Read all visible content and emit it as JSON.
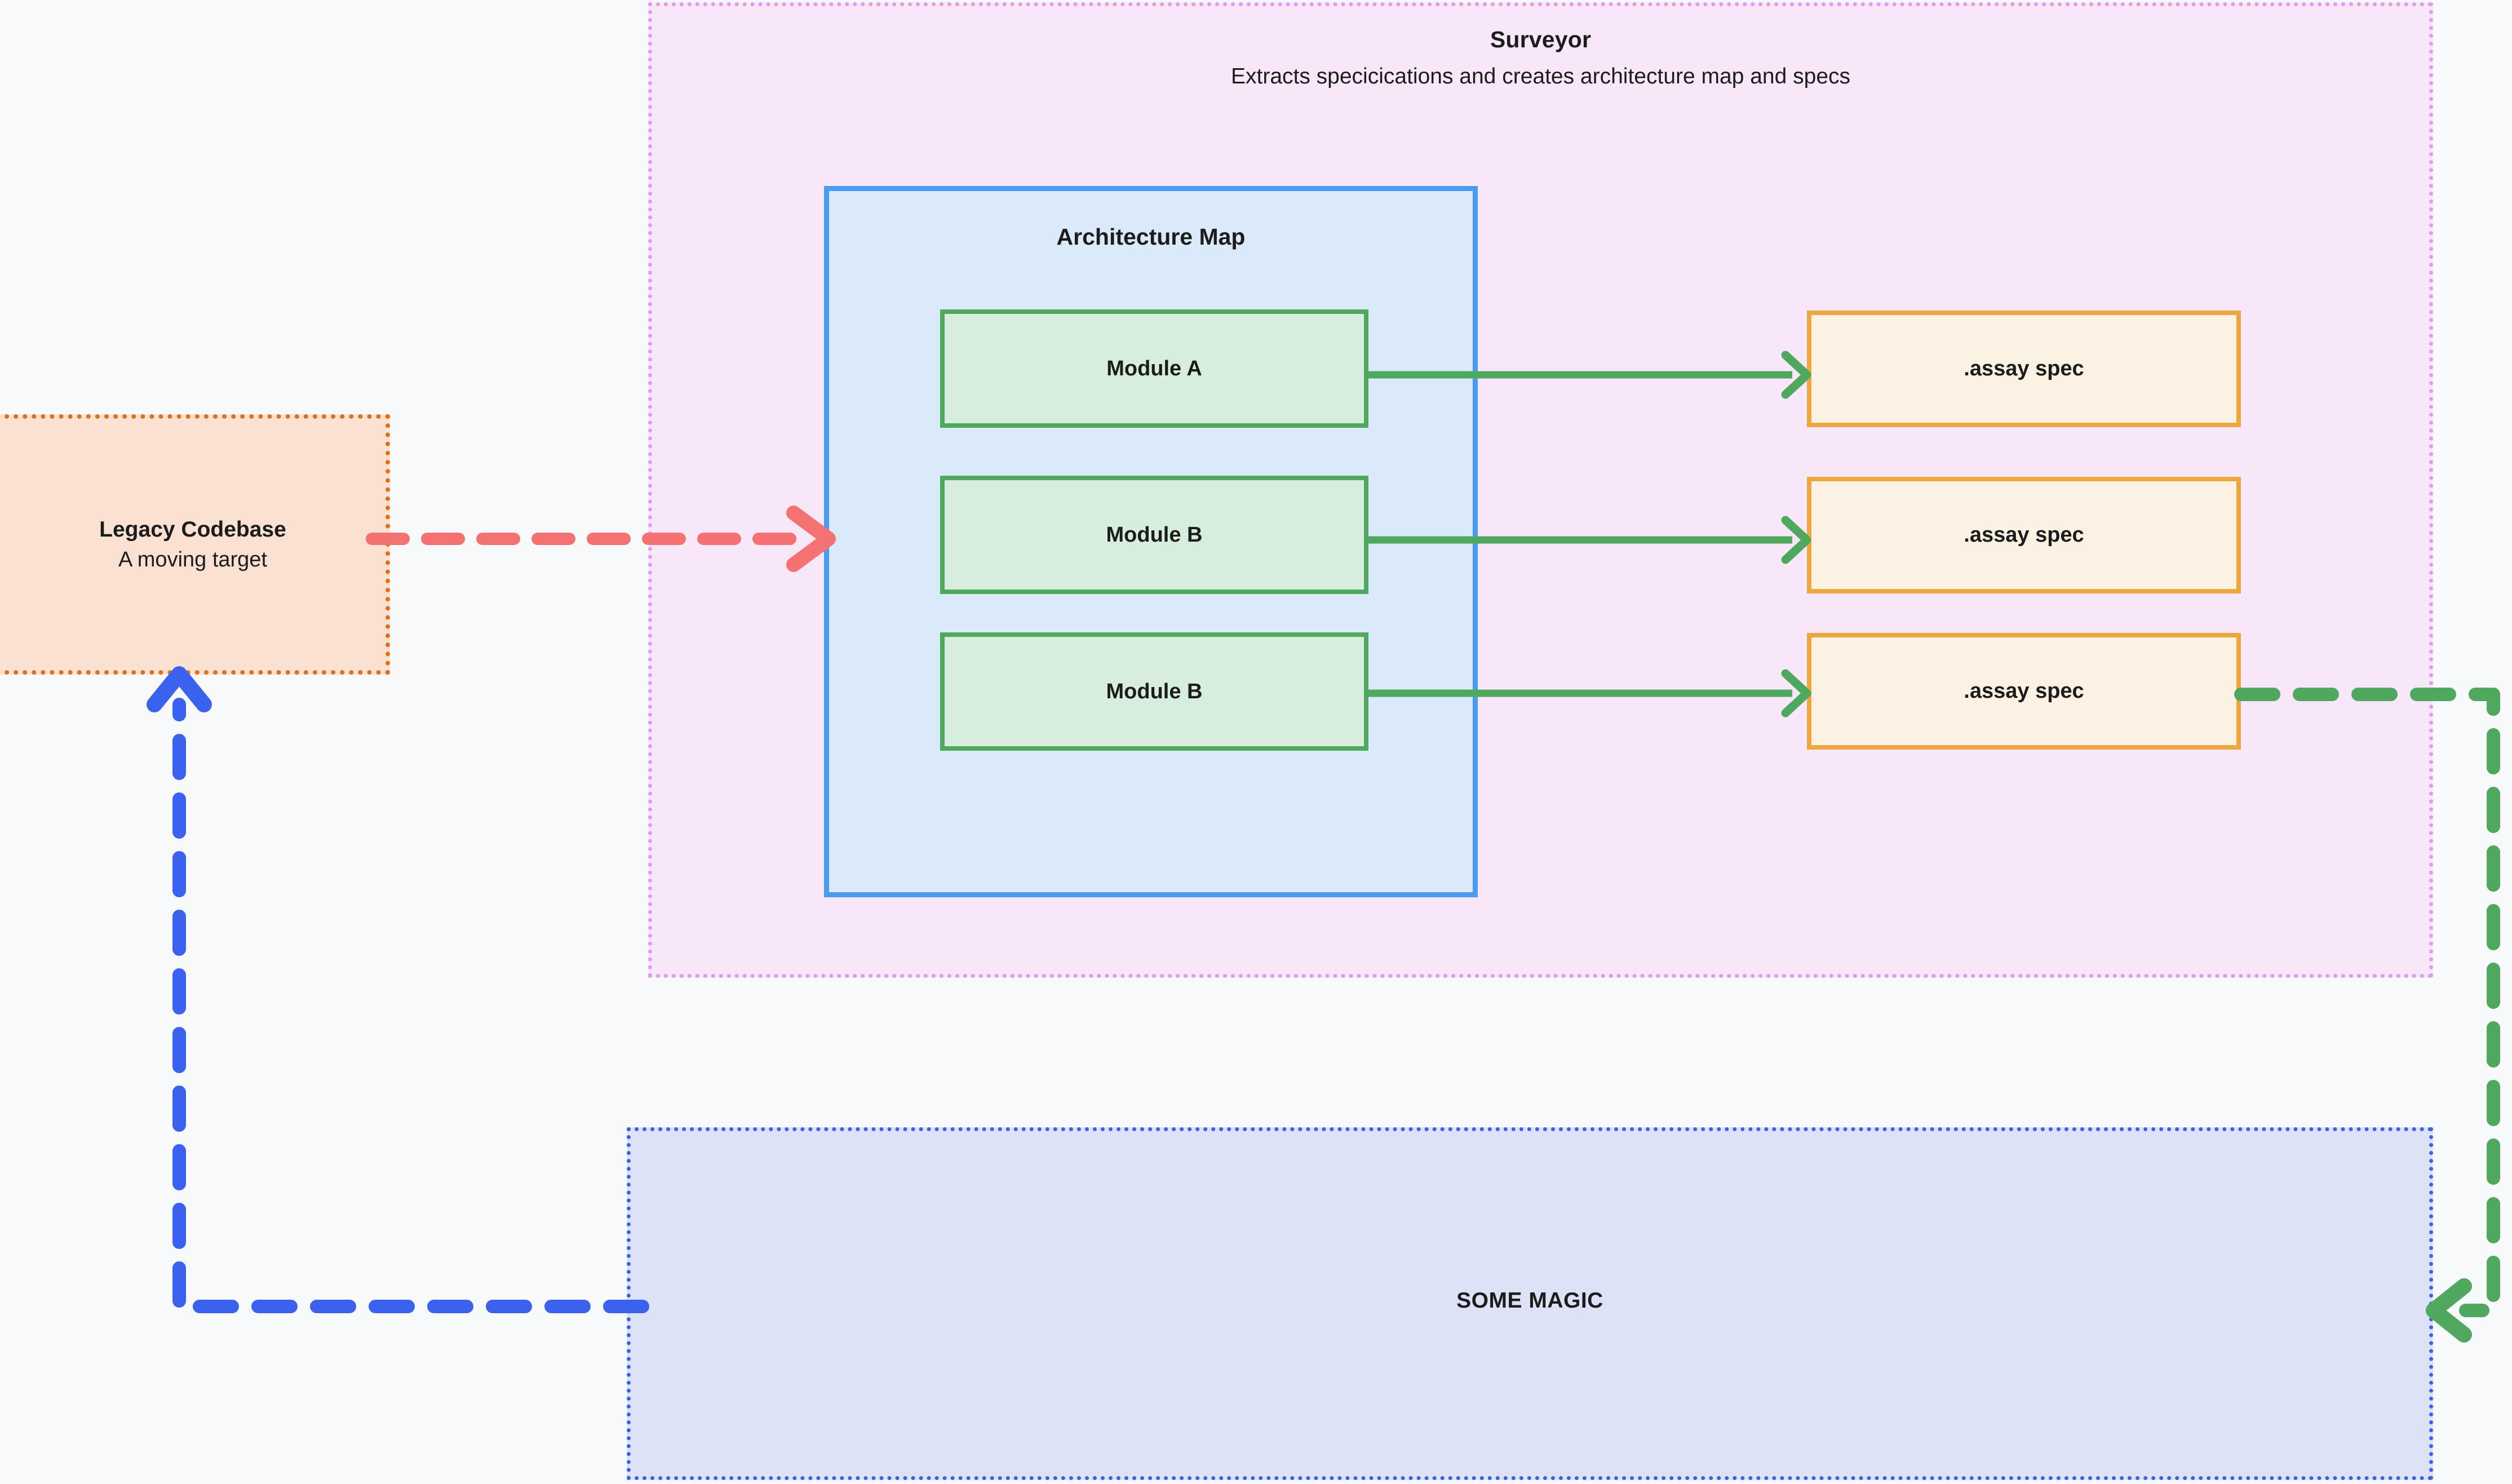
{
  "diagram": {
    "background_color": "#f8f9fb"
  },
  "surveyor": {
    "title": "Surveyor",
    "subtitle": "Extracts specicications and creates architecture map and specs",
    "fill_color": "#f7e7f9",
    "border_color": "#e09bee"
  },
  "architecture_map": {
    "title": "Architecture Map",
    "fill_color": "#dbeafb",
    "border_color": "#4a9bf0"
  },
  "modules": [
    {
      "label": "Module A"
    },
    {
      "label": "Module B"
    },
    {
      "label": "Module B"
    }
  ],
  "module_style": {
    "fill_color": "#d7eedc",
    "border_color": "#4fa85e"
  },
  "specs": [
    {
      "label": ".assay spec"
    },
    {
      "label": ".assay spec"
    },
    {
      "label": ".assay spec"
    }
  ],
  "spec_style": {
    "fill_color": "#fbf2e4",
    "border_color": "#eda741"
  },
  "legacy_codebase": {
    "title": "Legacy Codebase",
    "subtitle": "A moving target",
    "fill_color": "#fae1d1",
    "border_color": "#e0711c"
  },
  "some_magic": {
    "label": "SOME MAGIC",
    "fill_color": "#dde2f7",
    "border_color": "#3b62ef"
  },
  "connectors": {
    "legacy_to_surveyor": {
      "style": "dashed",
      "color": "#f47272"
    },
    "module_to_spec": {
      "style": "solid",
      "color": "#4fa85e"
    },
    "spec_to_magic": {
      "style": "dashed",
      "color": "#4fa85e"
    },
    "magic_to_legacy": {
      "style": "dashed",
      "color": "#3b62ef"
    }
  }
}
